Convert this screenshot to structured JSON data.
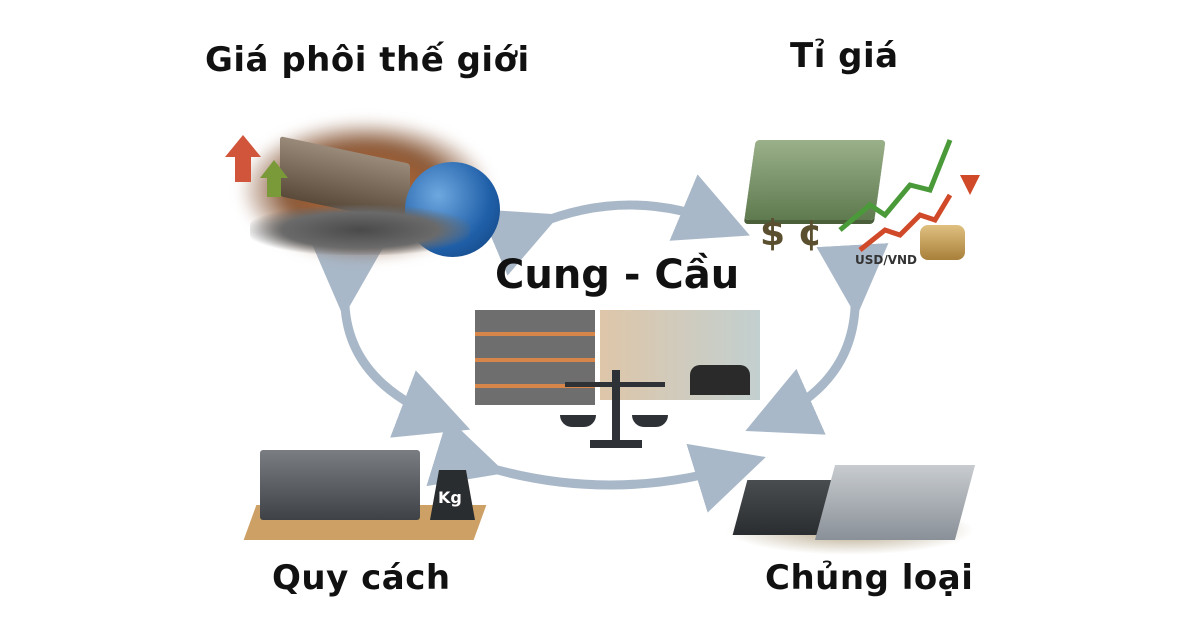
{
  "diagram": {
    "center": {
      "label": "Cung - Cầu",
      "description": "Supply and demand: steel warehouse, city buildings, rising chart, people, balance scale"
    },
    "nodes": [
      {
        "id": "world-billet-price",
        "label": "Giá phôi thế giới",
        "position": "top-left",
        "description": "Steel billets, ore rocks, globe, red and green up arrows"
      },
      {
        "id": "exchange-rate",
        "label": "Tỉ giá",
        "position": "top-right",
        "description": "Money stacks, $ ¢ symbols, rising chart, coins, down arrow",
        "chart_label": "USD/VND",
        "currency_symbols": "$ ¢"
      },
      {
        "id": "specification",
        "label": "Quy cách",
        "position": "bottom-left",
        "description": "I-beams of different sizes and a weight",
        "weight_label": "Kg"
      },
      {
        "id": "product-type",
        "label": "Chủng loại",
        "position": "bottom-right",
        "description": "Black and galvanized steel I-beams"
      }
    ],
    "connections": [
      {
        "from": "world-billet-price",
        "to": "exchange-rate",
        "type": "bidirectional"
      },
      {
        "from": "world-billet-price",
        "to": "specification",
        "type": "bidirectional"
      },
      {
        "from": "exchange-rate",
        "to": "product-type",
        "type": "bidirectional"
      },
      {
        "from": "specification",
        "to": "product-type",
        "type": "bidirectional"
      }
    ],
    "arrow_color": "#a9b8c8"
  }
}
